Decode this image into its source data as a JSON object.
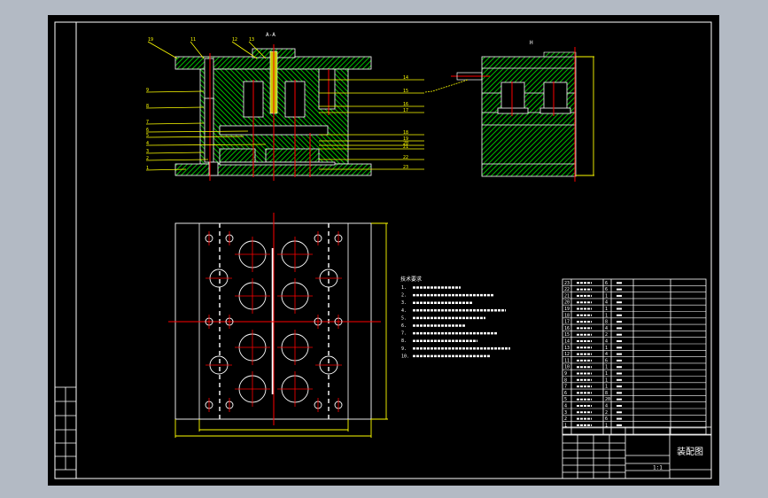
{
  "drawing": {
    "title": "装配图",
    "section_label_top": "A-A",
    "side_view_label": "H",
    "colors": {
      "background": "#000000",
      "frame": "#ffffff",
      "hatch": "#00c800",
      "leader": "#ffff00",
      "centerline": "#ff0000",
      "dimension": "#ffff00",
      "note": "#00ffff"
    }
  },
  "left_callouts": [
    "19",
    "11",
    "12",
    "13",
    "9",
    "8",
    "7",
    "6",
    "5",
    "4",
    "3",
    "2",
    "1"
  ],
  "right_callouts": [
    "14",
    "15",
    "16",
    "17",
    "18",
    "19",
    "20",
    "21",
    "22",
    "23"
  ],
  "technical_notes": {
    "heading": "技术要求",
    "lines": [
      "1.",
      "2.",
      "3.",
      "4.",
      "5.",
      "6.",
      "7.",
      "8.",
      "9.",
      "10."
    ]
  },
  "parts_list": {
    "rows": [
      {
        "no": "23",
        "qty": "6"
      },
      {
        "no": "22",
        "qty": "6"
      },
      {
        "no": "21",
        "qty": "1"
      },
      {
        "no": "20",
        "qty": "4"
      },
      {
        "no": "19",
        "qty": "1"
      },
      {
        "no": "18",
        "qty": "1"
      },
      {
        "no": "17",
        "qty": "8"
      },
      {
        "no": "16",
        "qty": "4"
      },
      {
        "no": "15",
        "qty": "2"
      },
      {
        "no": "14",
        "qty": "4"
      },
      {
        "no": "13",
        "qty": "1"
      },
      {
        "no": "12",
        "qty": "4"
      },
      {
        "no": "11",
        "qty": "6"
      },
      {
        "no": "10",
        "qty": "1"
      },
      {
        "no": "9",
        "qty": "1"
      },
      {
        "no": "8",
        "qty": "1"
      },
      {
        "no": "7",
        "qty": "1"
      },
      {
        "no": "6",
        "qty": "8"
      },
      {
        "no": "5",
        "qty": "20"
      },
      {
        "no": "4",
        "qty": "4"
      },
      {
        "no": "3",
        "qty": "2"
      },
      {
        "no": "2",
        "qty": "6"
      },
      {
        "no": "1",
        "qty": "1"
      }
    ]
  },
  "title_block": {
    "scale": "1:1"
  }
}
